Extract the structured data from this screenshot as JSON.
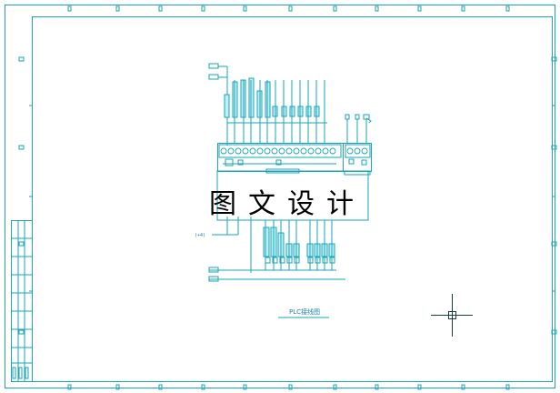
{
  "drawing": {
    "title_label": "PLC接线图",
    "watermark": "图文设计",
    "small_note": "(+4)"
  },
  "colors": {
    "line": "#1aa6b7",
    "accent_fill": "#5ad8e8",
    "background": "#ffffff",
    "crosshair": "#1a3a4a"
  }
}
